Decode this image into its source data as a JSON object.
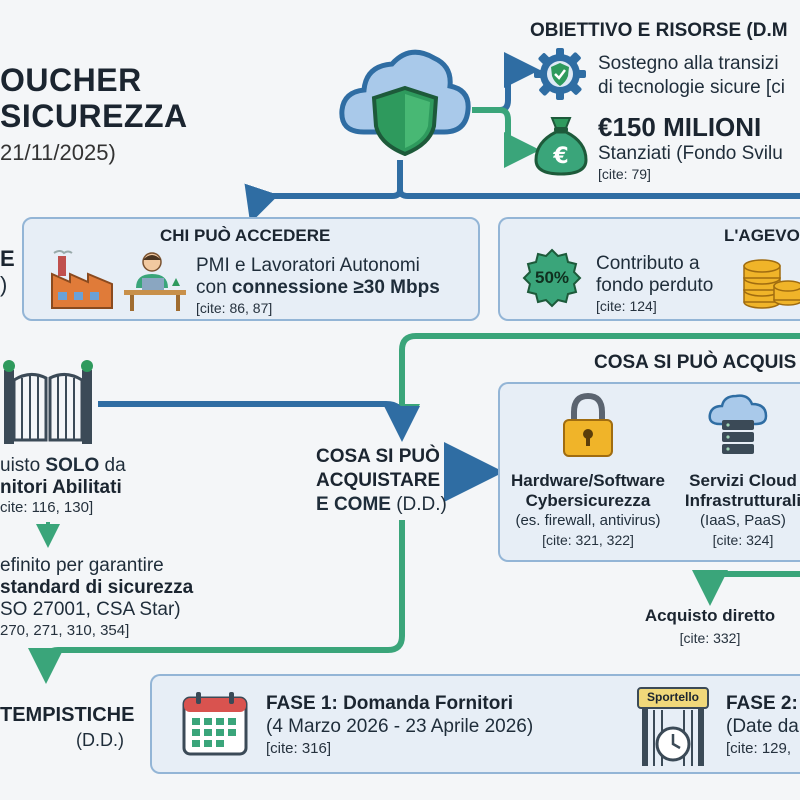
{
  "title": {
    "line1": "OUCHER",
    "line2": "SICUREZZA",
    "date": "21/11/2025)"
  },
  "left_stub": {
    "line1": "E",
    "line2": ")"
  },
  "obiettivo": {
    "heading": "OBIETTIVO E RISORSE (D.M",
    "desc1": "Sostegno alla transizi",
    "desc2": "di tecnologie sicure [ci",
    "amount": "€150 MILIONI",
    "fund": "Stanziati (Fondo Svilu",
    "fund_cite": "[cite: 79]"
  },
  "chi": {
    "heading": "CHI PUÒ ACCEDERE",
    "line1": "PMI e Lavoratori Autonomi",
    "line2_pre": "con",
    "line2_bold": "connessione ≥30 Mbps",
    "cite": "[cite: 86, 87]"
  },
  "agevolazione": {
    "heading": "L'AGEVO",
    "badge": "50%",
    "line1": "Contributo a",
    "line2": "fondo perduto",
    "cite": "[cite: 124]"
  },
  "fornitori": {
    "line1_pre": "uisto",
    "line1_bold": "SOLO",
    "line1_post": "da",
    "line2": "nitori Abilitati",
    "cite": "cite: 116, 130]",
    "std1": "efinito per garantire",
    "std2": "standard di sicurezza",
    "std3": "SO 27001, CSA Star)",
    "std_cite": "270, 271, 310, 354]"
  },
  "cosa_center": {
    "line1": "COSA SI PUÒ",
    "line2": "ACQUISTARE",
    "line3_bold": "E COME",
    "line3_post": "(D.D.)"
  },
  "cosa_box": {
    "heading": "COSA SI PUÒ ACQUIS",
    "item1": {
      "title1": "Hardware/Software",
      "title2": "Cybersicurezza",
      "sub": "(es. firewall, antivirus)",
      "cite": "[cite: 321, 322]"
    },
    "item2": {
      "title1": "Servizi Cloud",
      "title2": "Infrastrutturali",
      "sub": "(IaaS, PaaS)",
      "cite": "[cite: 324]"
    }
  },
  "acquisto": {
    "label": "Acquisto diretto",
    "cite": "[cite: 332]"
  },
  "tempistiche": {
    "line1": "TEMPISTICHE",
    "line2": "(D.D.)",
    "fase1_title": "FASE 1: Domanda Fornitori",
    "fase1_dates": "(4 Marzo 2026 - 23 Aprile 2026)",
    "fase1_cite": "[cite: 316]",
    "sportello": "Sportello",
    "fase2_title": "FASE 2:",
    "fase2_dates": "(Date da",
    "fase2_cite": "[cite: 129,"
  },
  "colors": {
    "blue_arrow": "#2f6da3",
    "green_arrow": "#3aa57a",
    "box_fill": "#e7eef6",
    "box_border": "#93b5d6",
    "shield_green": "#2e9a5d",
    "gold": "#e5a623"
  },
  "icons": [
    "cloud-shield-icon",
    "gear-shield-icon",
    "money-bag-icon",
    "factory-icon",
    "worker-laptop-icon",
    "percent-badge-icon",
    "coins-icon",
    "gate-icon",
    "padlock-icon",
    "cloud-server-icon",
    "calendar-icon",
    "sportello-gate-icon"
  ]
}
